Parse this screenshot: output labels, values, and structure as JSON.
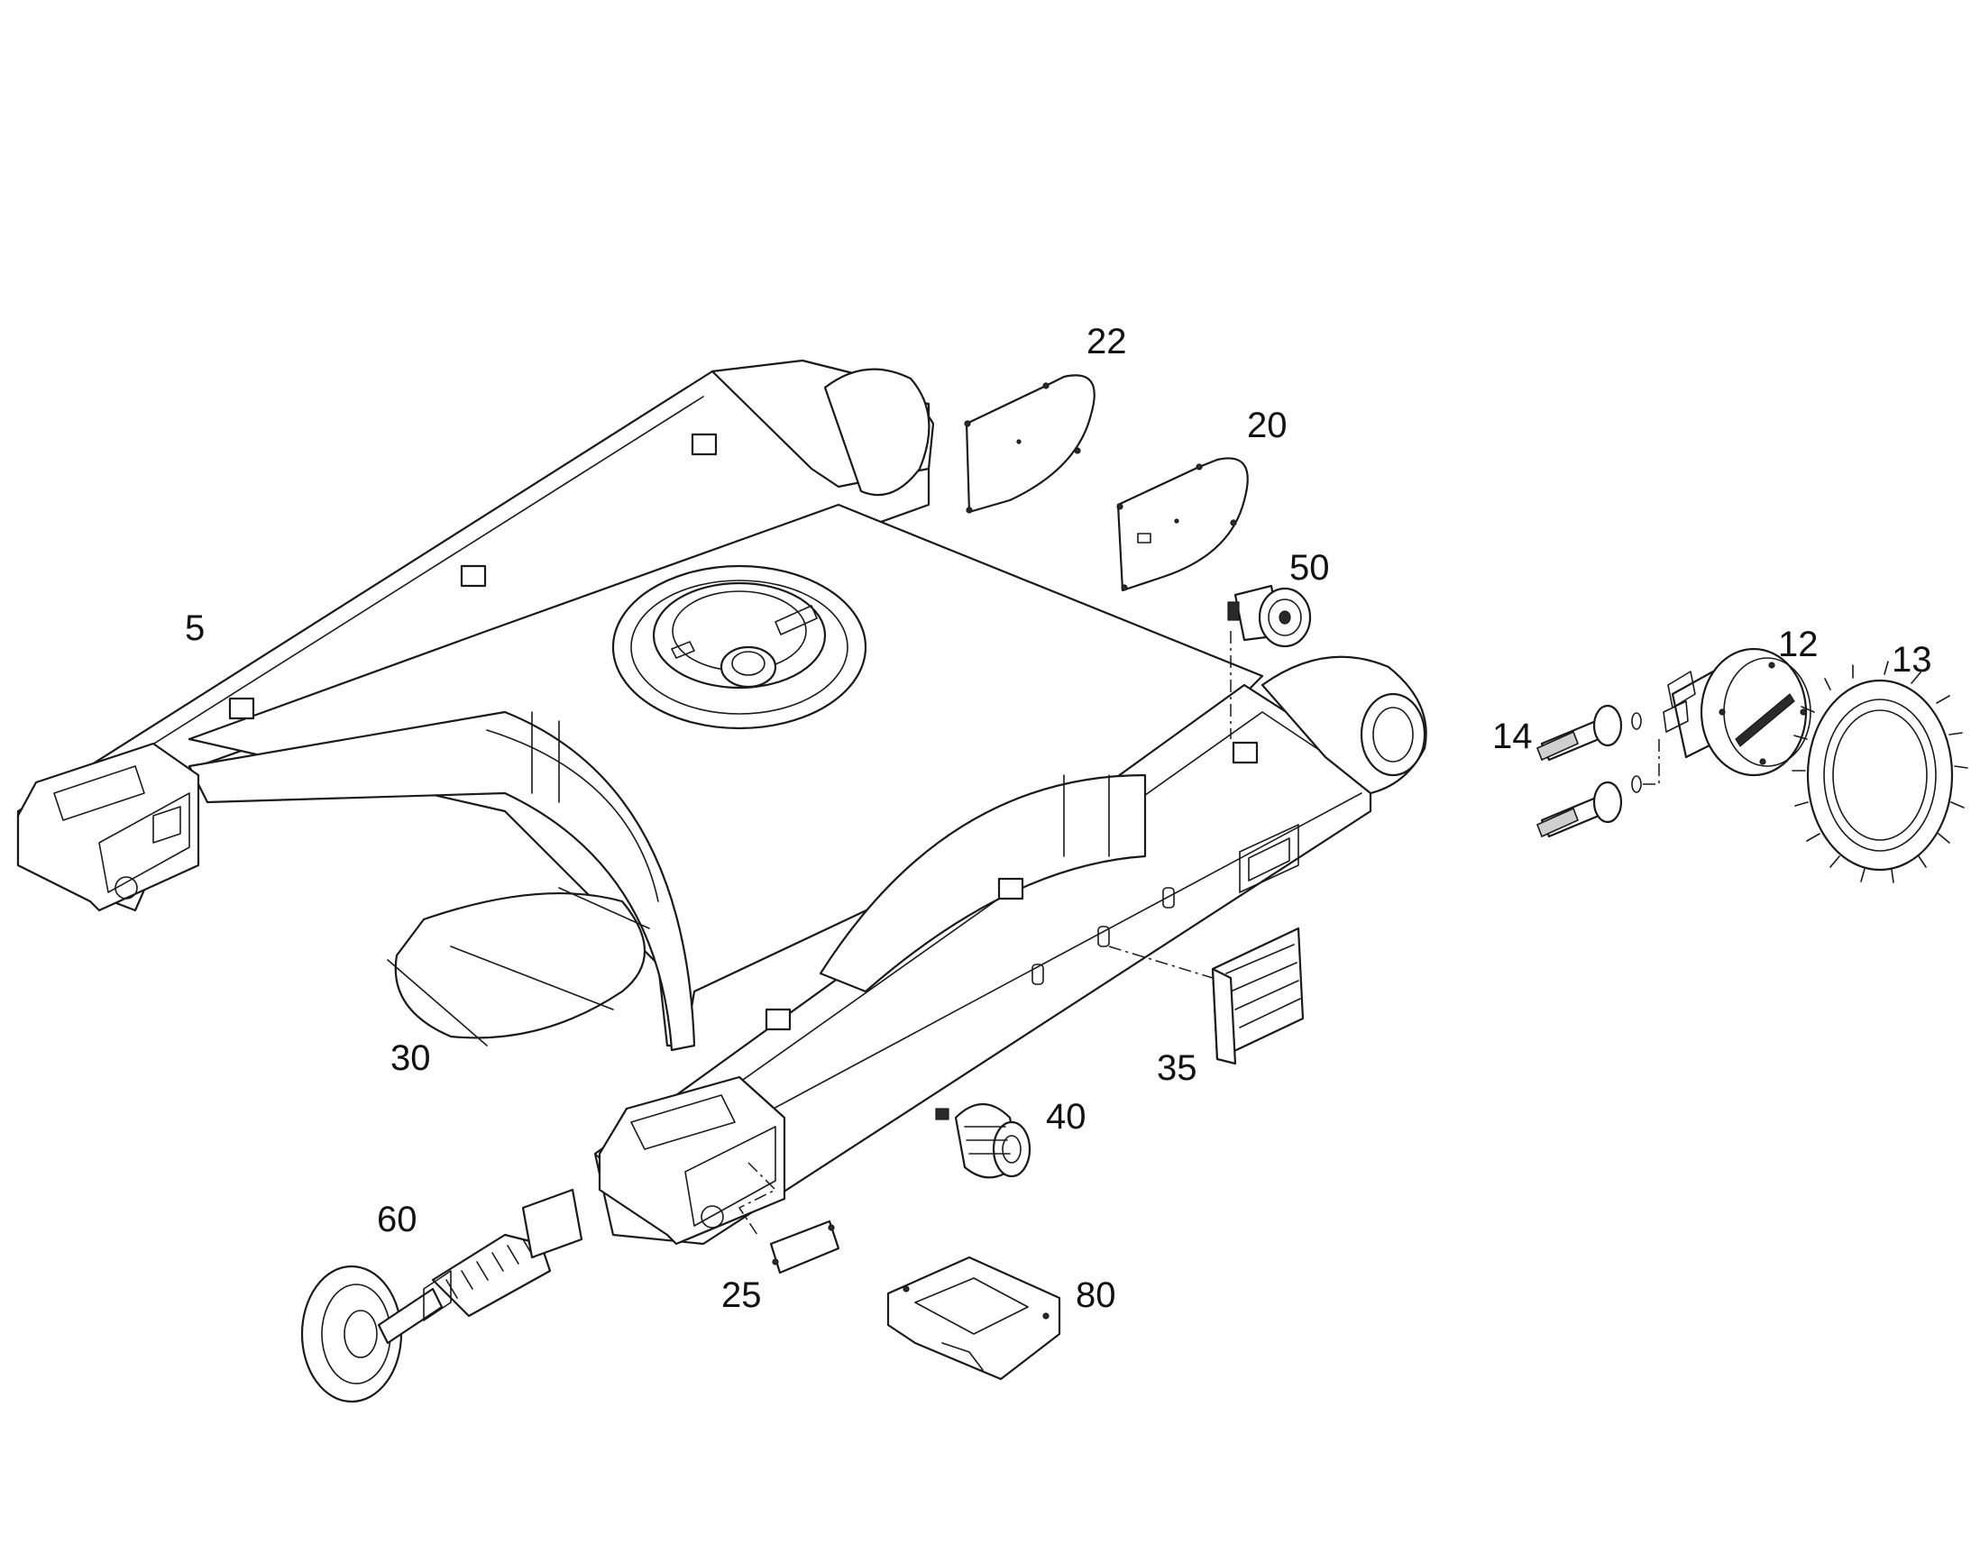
{
  "diagram": {
    "callouts": {
      "c5": "5",
      "c12": "12",
      "c13": "13",
      "c14": "14",
      "c20": "20",
      "c22": "22",
      "c25": "25",
      "c30": "30",
      "c35": "35",
      "c40": "40",
      "c50": "50",
      "c60": "60",
      "c80": "80"
    }
  }
}
